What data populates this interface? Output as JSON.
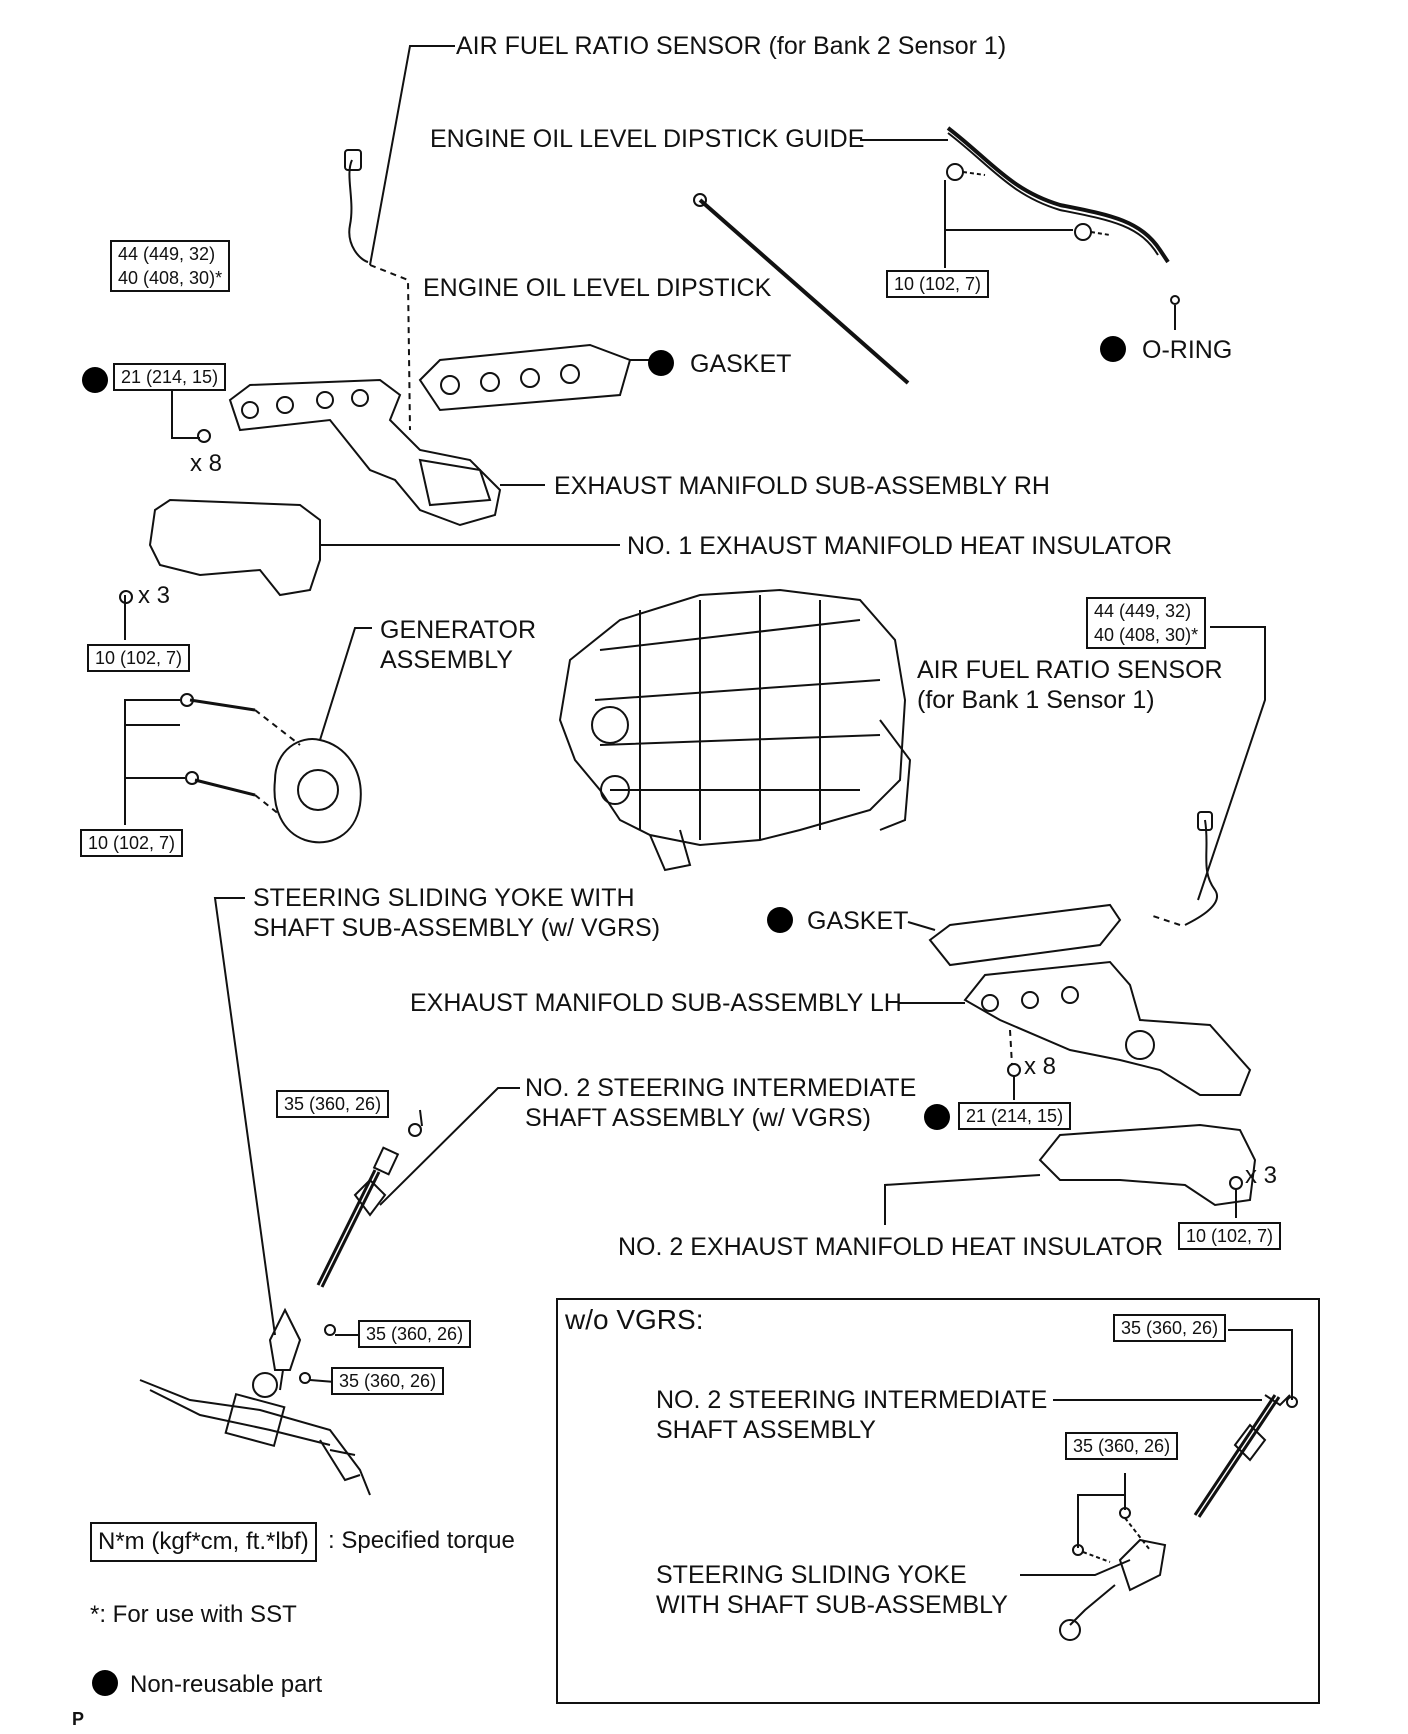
{
  "labels": {
    "af_sensor_bank2": "AIR FUEL RATIO SENSOR (for Bank 2 Sensor 1)",
    "dipstick_guide": "ENGINE OIL LEVEL DIPSTICK GUIDE",
    "dipstick": "ENGINE OIL LEVEL DIPSTICK",
    "gasket_top": "GASKET",
    "oring": "O-RING",
    "exhaust_rh": "EXHAUST MANIFOLD SUB-ASSEMBLY RH",
    "insulator_1": "NO. 1 EXHAUST MANIFOLD HEAT INSULATOR",
    "generator_l1": "GENERATOR",
    "generator_l2": "ASSEMBLY",
    "af_sensor_bank1_l1": "AIR FUEL RATIO SENSOR",
    "af_sensor_bank1_l2": "(for Bank 1 Sensor 1)",
    "yoke_vgrs_l1": "STEERING SLIDING YOKE WITH",
    "yoke_vgrs_l2": "SHAFT SUB-ASSEMBLY (w/ VGRS)",
    "gasket_lh": "GASKET",
    "exhaust_lh": "EXHAUST MANIFOLD SUB-ASSEMBLY LH",
    "no2_shaft_vgrs_l1": "NO. 2 STEERING INTERMEDIATE",
    "no2_shaft_vgrs_l2": "SHAFT ASSEMBLY (w/ VGRS)",
    "insulator_2": "NO. 2 EXHAUST MANIFOLD HEAT INSULATOR",
    "wo_vgrs": "w/o VGRS:",
    "no2_shaft_l1": "NO. 2 STEERING INTERMEDIATE",
    "no2_shaft_l2": "SHAFT ASSEMBLY",
    "yoke_l1": "STEERING SLIDING YOKE",
    "yoke_l2": "WITH SHAFT SUB-ASSEMBLY",
    "corner": "P"
  },
  "torques": {
    "af2_a": "44 (449, 32)",
    "af2_b": "40 (408, 30)*",
    "guide": "10 (102, 7)",
    "rh_nut": "21 (214, 15)",
    "ins1": "10 (102, 7)",
    "gen": "10 (102, 7)",
    "af1_a": "44 (449, 32)",
    "af1_b": "40 (408, 30)*",
    "lh_nut": "21 (214, 15)",
    "ins2": "10 (102, 7)",
    "shaft_top": "35 (360, 26)",
    "shaft_mid": "35 (360, 26)",
    "shaft_bot": "35 (360, 26)",
    "wo_top": "35 (360, 26)",
    "wo_mid": "35 (360, 26)"
  },
  "quantities": {
    "rh_nuts": "x 8",
    "ins1_bolts": "x 3",
    "lh_nuts": "x 8",
    "ins2_bolts": "x 3"
  },
  "legend": {
    "torque_box": "N*m (kgf*cm, ft.*lbf)",
    "torque_text": ": Specified torque",
    "sst_note": "*: For use with SST",
    "nonreusable": "Non-reusable part"
  },
  "icons": [
    "non-reusable-dot-icon"
  ]
}
